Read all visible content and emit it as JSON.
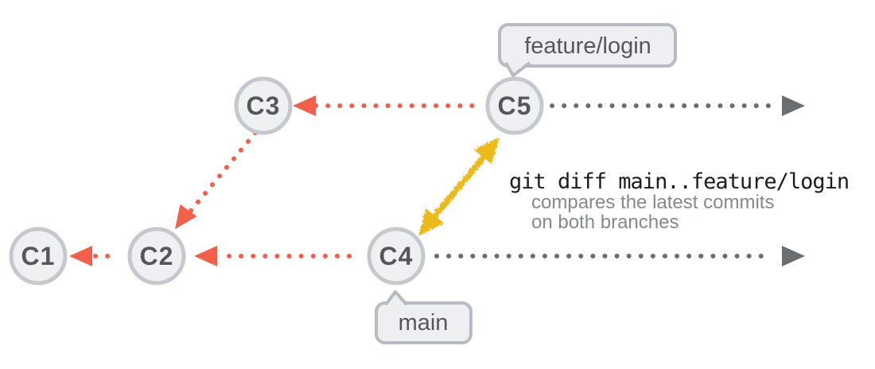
{
  "commits": [
    {
      "label": "C1"
    },
    {
      "label": "C2"
    },
    {
      "label": "C3"
    },
    {
      "label": "C4"
    },
    {
      "label": "C5"
    }
  ],
  "branch_labels": {
    "feature": "feature/login",
    "main": "main"
  },
  "annotation": {
    "command": "git diff main..feature/login",
    "description_line1": "compares the latest commits",
    "description_line2": "on both branches"
  },
  "colors": {
    "parent_edge": "#f1604b",
    "timeline": "#6a6e71",
    "diff_arrow": "#edba1e",
    "node_fill": "#eff0f2",
    "node_border": "#c5c9cd",
    "node_label": "#54585c",
    "bubble_fill": "#edeff1",
    "bubble_border": "#b6bcc2",
    "command_text": "#1c1c1c",
    "caption_text": "#85898d"
  }
}
